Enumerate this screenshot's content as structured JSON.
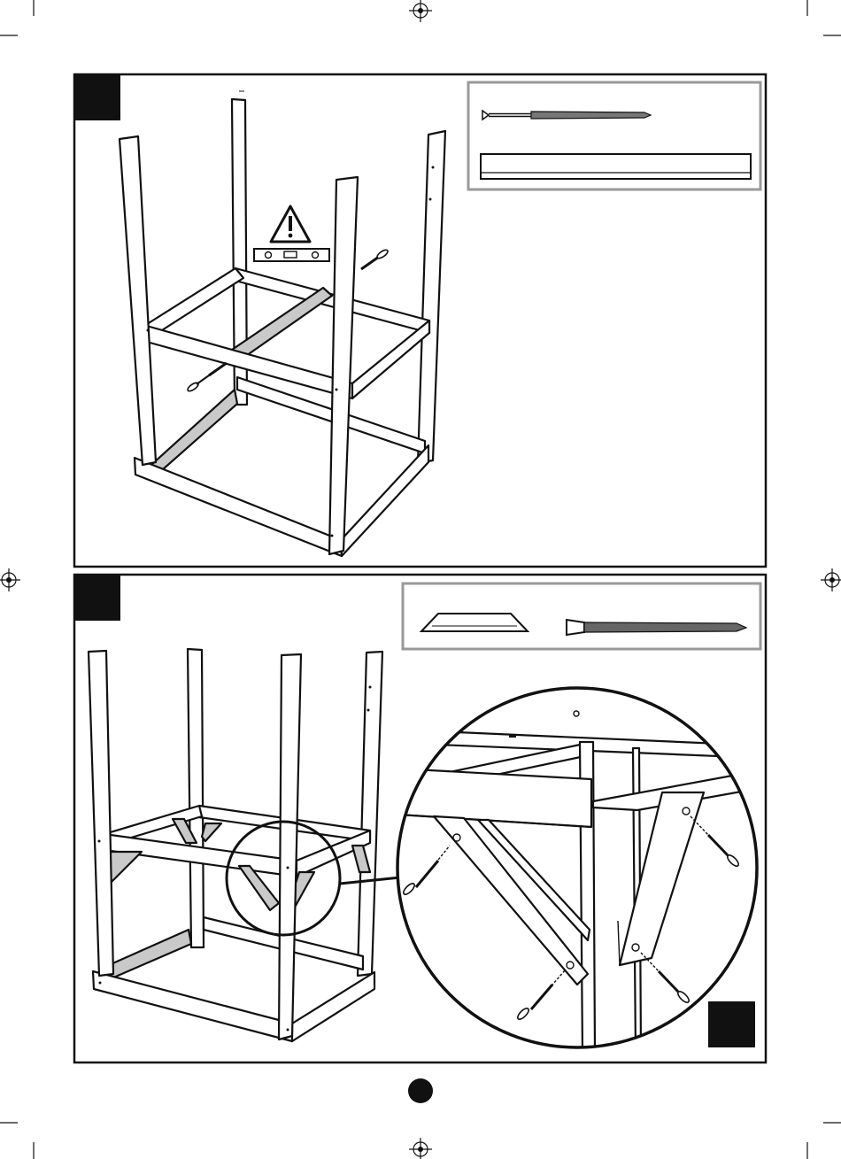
{
  "page": {
    "steps": [
      {
        "id": "step-top",
        "badge": "",
        "parts": [
          "long-screw",
          "board"
        ]
      },
      {
        "id": "step-bottom",
        "badge": "",
        "parts": [
          "brace-block",
          "screw"
        ]
      }
    ],
    "detail_badge": "",
    "page_number": ""
  },
  "colors": {
    "ink": "#111111",
    "panel_border": "#999999",
    "brace_shade": "#c9c9c9"
  },
  "icons": [
    "warning-triangle-icon",
    "level-tool-icon",
    "screw-icon",
    "registration-mark-icon"
  ]
}
